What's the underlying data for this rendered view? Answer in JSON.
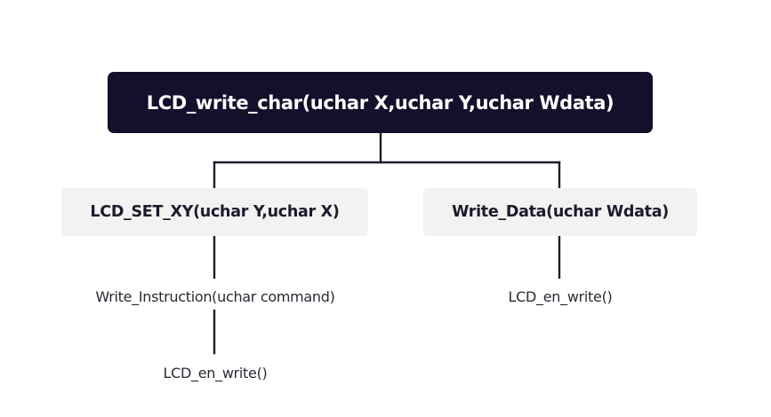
{
  "root": {
    "label": "LCD_write_char(uchar X,uchar Y,uchar Wdata)"
  },
  "children": [
    {
      "label": "LCD_SET_XY(uchar Y,uchar X)",
      "calls": [
        {
          "label": "Write_Instruction(uchar command)"
        },
        {
          "label": "LCD_en_write()"
        }
      ]
    },
    {
      "label": "Write_Data(uchar Wdata)",
      "calls": [
        {
          "label": "LCD_en_write()"
        }
      ]
    }
  ],
  "colors": {
    "root_bg": "#12102a",
    "root_text": "#ffffff",
    "child_bg": "#f2f2f3",
    "connector": "#1b1b2a"
  }
}
